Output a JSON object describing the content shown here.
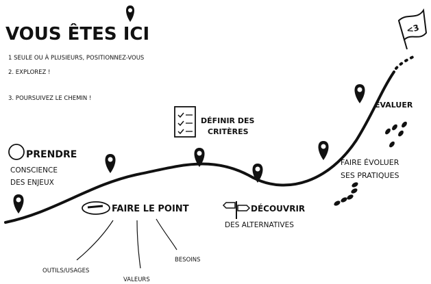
{
  "title": "VOUS ÊTES ICI",
  "steps": [
    "1 SEULE OU À PLUSIEURS, POSITIONNEZ-VOUS",
    "2. EXPLOREZ !",
    "3. POURSUIVEZ LE CHEMIN !"
  ],
  "flag_label": "<3",
  "stages": {
    "prendre_conscience": [
      "PRENDRE",
      "CONSCIENCE",
      "DES ENJEUX"
    ],
    "faire_le_point": "FAIRE LE POINT",
    "faire_le_point_branches": [
      "OUTILS/USAGES",
      "VALEURS",
      "BESOINS"
    ],
    "definir_criteres": [
      "DÉFINIR DES",
      "CRITÈRES"
    ],
    "decouvrir": [
      "DÉCOUVRIR",
      "DES ALTERNATIVES"
    ],
    "faire_evoluer": [
      "FAIRE ÉVOLUER",
      "SES PRATIQUES"
    ],
    "evaluer": "ÉVALUER"
  },
  "icons": {
    "pin": "map-pin-icon",
    "checklist": "checklist-icon",
    "signpost": "signpost-icon",
    "stone": "stone-icon",
    "footprints": "footprints-icon",
    "flag": "flag-icon"
  },
  "colors": {
    "ink": "#111111",
    "background": "#ffffff"
  }
}
